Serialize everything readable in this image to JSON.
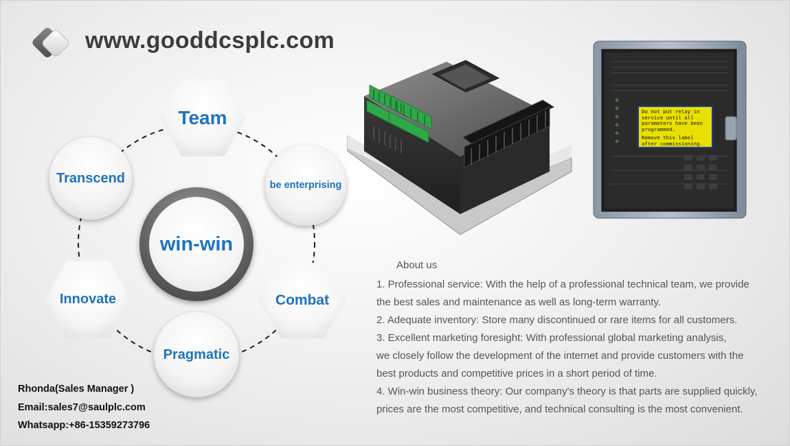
{
  "header": {
    "logo_icon": "diamond-logo-icon",
    "site_url": "www.gooddcsplc.com"
  },
  "values": {
    "center": "win-win",
    "nodes": {
      "team": "Team",
      "enterprising": "be enterprising",
      "combat": "Combat",
      "pragmatic": "Pragmatic",
      "innovate": "Innovate",
      "transcend": "Transcend"
    }
  },
  "products": {
    "relay_warning_lines": [
      "Do not put relay in service until all parameters have been programmed.",
      "Remove this label after commissioning."
    ]
  },
  "about": {
    "title": "About us",
    "lines": [
      "1. Professional service: With the help of a professional technical team, we provide",
      "the best sales and maintenance as well as long-term warranty.",
      "2. Adequate inventory: Store many discontinued or rare items for all customers.",
      "3. Excellent marketing foresight: With professional global marketing analysis,",
      "we closely follow the development of the internet and provide customers with the",
      "best products and competitive prices in a short period of time.",
      "4. Win-win business theory: Our company's theory is that parts are supplied quickly,",
      "prices are the most competitive, and technical consulting is the most convenient."
    ]
  },
  "contact": {
    "name_line": "Rhonda(Sales Manager )",
    "email_line": "Email:sales7@saulplc.com",
    "whatsapp_line": "Whatsapp:+86-15359273796"
  },
  "colors": {
    "accent_blue": "#1e73be",
    "heading_gray": "#3c3c3c",
    "body_gray": "#555555",
    "warning_yellow": "#e9e000"
  }
}
